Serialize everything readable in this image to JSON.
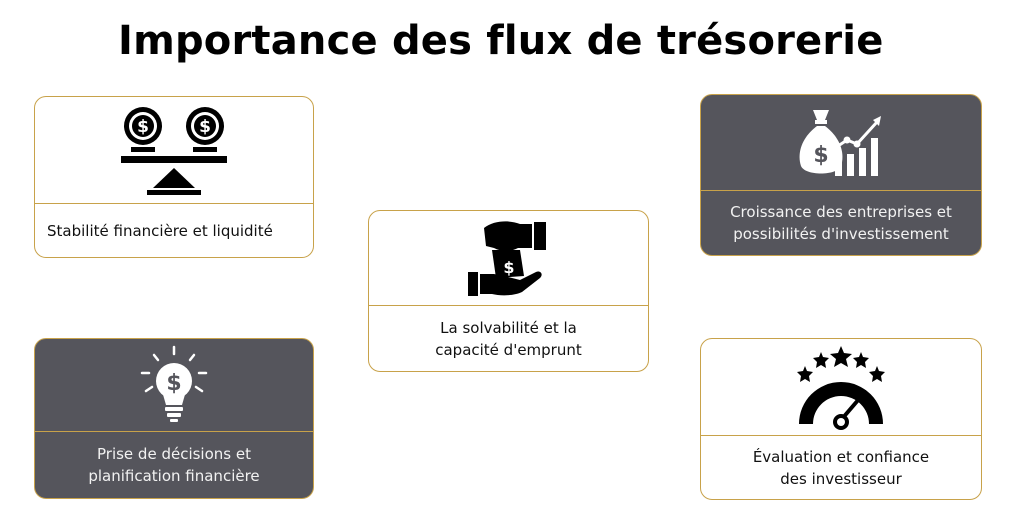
{
  "title": "Importance des flux de trésorerie",
  "cards": [
    {
      "id": "stability",
      "label": "Stabilité financière et liquidité",
      "icon": "scale-coins-icon"
    },
    {
      "id": "growth",
      "label": "Croissance des entreprises et\npossibilités d'investissement",
      "icon": "money-bag-growth-icon"
    },
    {
      "id": "solvency",
      "label": "La solvabilité et la\ncapacité d'emprunt",
      "icon": "hand-money-icon"
    },
    {
      "id": "decisions",
      "label": "Prise de décisions et\nplanification financière",
      "icon": "lightbulb-dollar-icon"
    },
    {
      "id": "evaluation",
      "label": "Évaluation et confiance\ndes investisseur",
      "icon": "gauge-stars-icon"
    }
  ],
  "colors": {
    "border": "#c8a24a",
    "dark_card": "#55555c",
    "light_card": "#ffffff"
  }
}
